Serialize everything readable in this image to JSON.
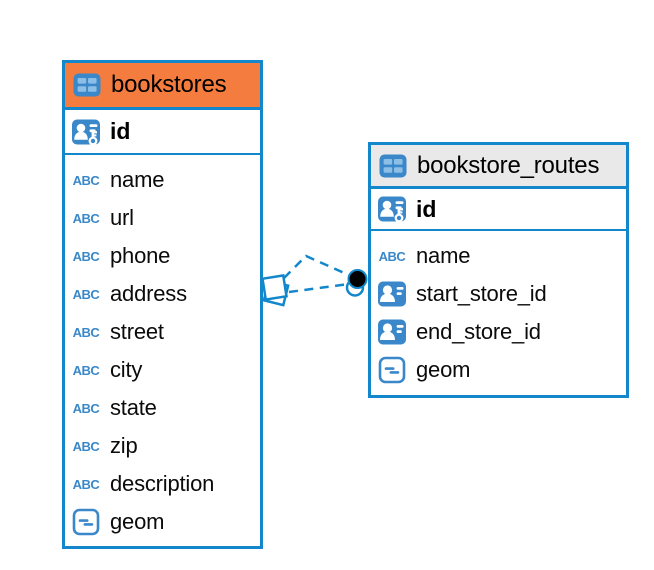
{
  "diagram": {
    "tables": [
      {
        "name": "bookstores",
        "header_color": "#F47C3E",
        "columns": [
          {
            "name": "id",
            "type": "primary-key"
          },
          {
            "name": "name",
            "type": "text"
          },
          {
            "name": "url",
            "type": "text"
          },
          {
            "name": "phone",
            "type": "text"
          },
          {
            "name": "address",
            "type": "text"
          },
          {
            "name": "street",
            "type": "text"
          },
          {
            "name": "city",
            "type": "text"
          },
          {
            "name": "state",
            "type": "text"
          },
          {
            "name": "zip",
            "type": "text"
          },
          {
            "name": "description",
            "type": "text"
          },
          {
            "name": "geom",
            "type": "geometry"
          }
        ]
      },
      {
        "name": "bookstore_routes",
        "header_color": "#E9E9E9",
        "columns": [
          {
            "name": "id",
            "type": "primary-key"
          },
          {
            "name": "name",
            "type": "text"
          },
          {
            "name": "start_store_id",
            "type": "id-reference"
          },
          {
            "name": "end_store_id",
            "type": "id-reference"
          },
          {
            "name": "geom",
            "type": "geometry"
          }
        ]
      }
    ],
    "relationship": {
      "line_style": "dashed",
      "line_count": 2,
      "source_marker": "diamond",
      "target_marker": "dot"
    },
    "colors": {
      "accent_blue": "#1287CB",
      "icon_blue": "#3A88C9",
      "orange_header": "#F47C3E",
      "gray_header": "#E9E9E9"
    },
    "icons": {
      "text_type_glyph": "ABC"
    }
  }
}
